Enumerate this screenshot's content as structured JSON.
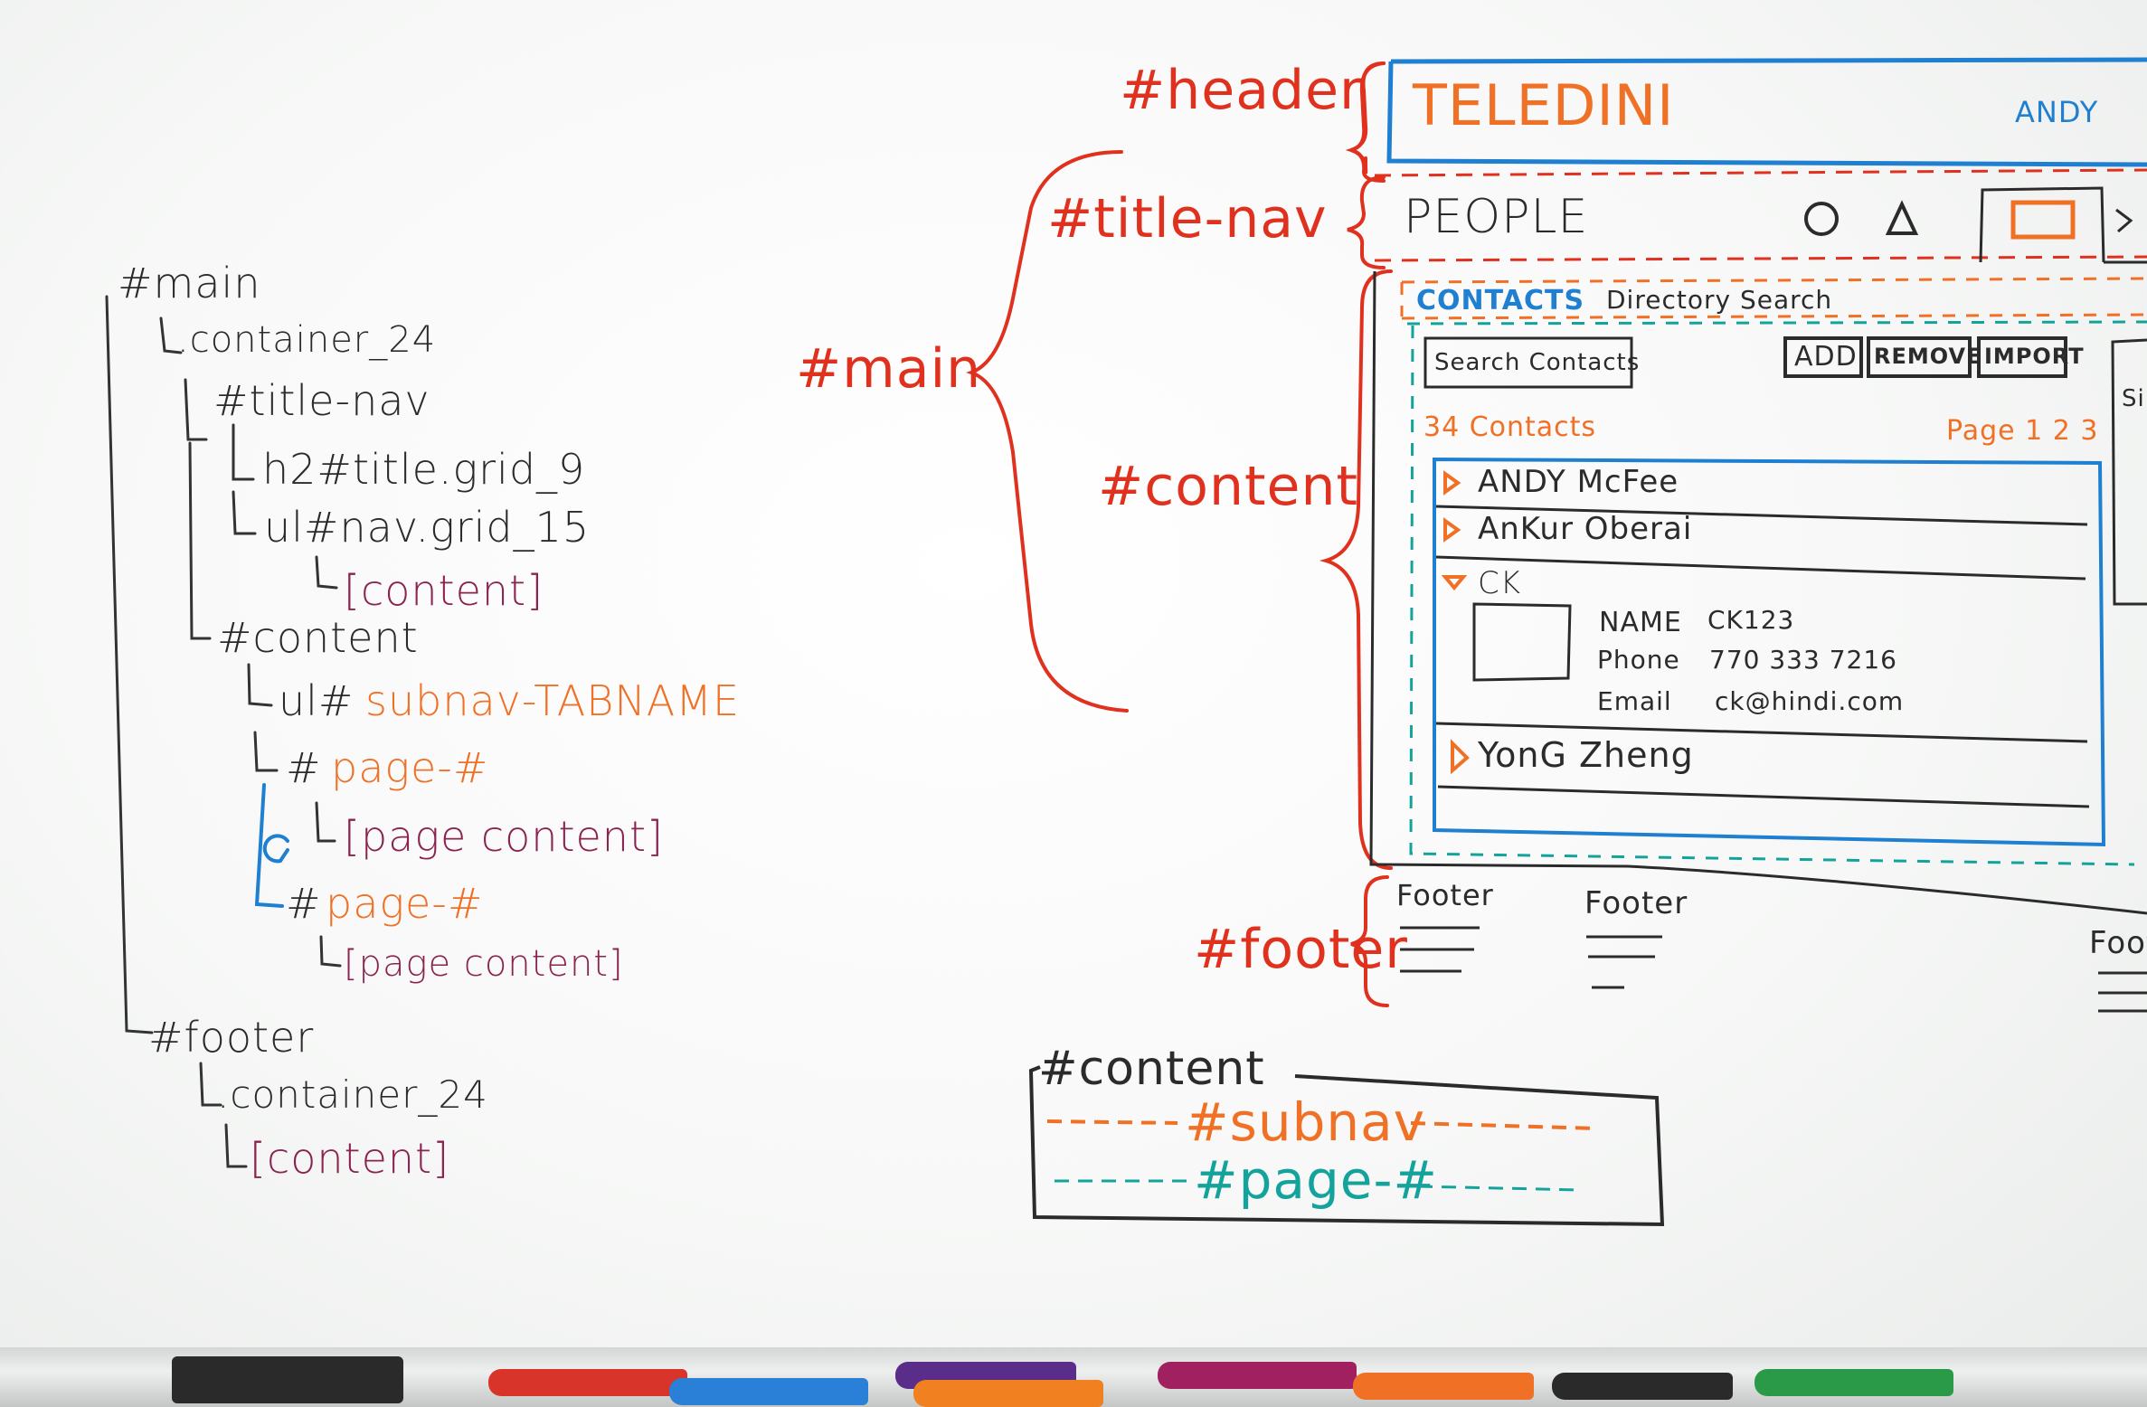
{
  "tree": {
    "main": "#main",
    "container": ".container_24",
    "title_nav": "#title-nav",
    "h2": "h2#title.grid_9",
    "ul_nav": "ul#nav.grid_15",
    "content_bracket": "[content]",
    "content": "#content",
    "ul_prefix": "ul#",
    "subnav": "subnav-TABNAME",
    "page1": "page-#",
    "page_content_1": "[page content]",
    "page2": "page-#",
    "page_content_2": "[page content]",
    "footer": "#footer",
    "footer_container": ".container_24",
    "footer_content": "[content]"
  },
  "labels": {
    "header": "#header",
    "title_nav": "#title-nav",
    "main": "#main",
    "content": "#content",
    "footer": "#footer"
  },
  "wireframe": {
    "brand": "TELEDINI",
    "user": "ANDY",
    "page_title": "PEOPLE",
    "subnav_active": "CONTACTS",
    "subnav_other": "Directory Search",
    "search_placeholder": "Search Contacts",
    "btn_add": "ADD",
    "btn_remove": "REMOVE",
    "btn_import": "IMPORT",
    "count": "34 Contacts",
    "pagination": "Page 1 2 3",
    "side_label": "Si",
    "contacts": [
      "ANDY McFee",
      "AnKur Oberai",
      "CK",
      "YonG Zheng"
    ],
    "detail": {
      "name_label": "NAME",
      "name_value": "CK123",
      "phone_label": "Phone",
      "phone_value": "770 333 7216",
      "email_label": "Email",
      "email_value": "ck@hindi.com"
    },
    "footer_cols": [
      "Footer",
      "Footer",
      "Foot"
    ]
  },
  "legend": {
    "content": "#content",
    "subnav": "#subnav",
    "page": "#page-#"
  },
  "colors": {
    "black": "#2b2b2b",
    "magenta": "#8a2350",
    "orange": "#f07025",
    "red": "#e0311f",
    "blue": "#1f7fd0",
    "teal": "#14a39c"
  }
}
